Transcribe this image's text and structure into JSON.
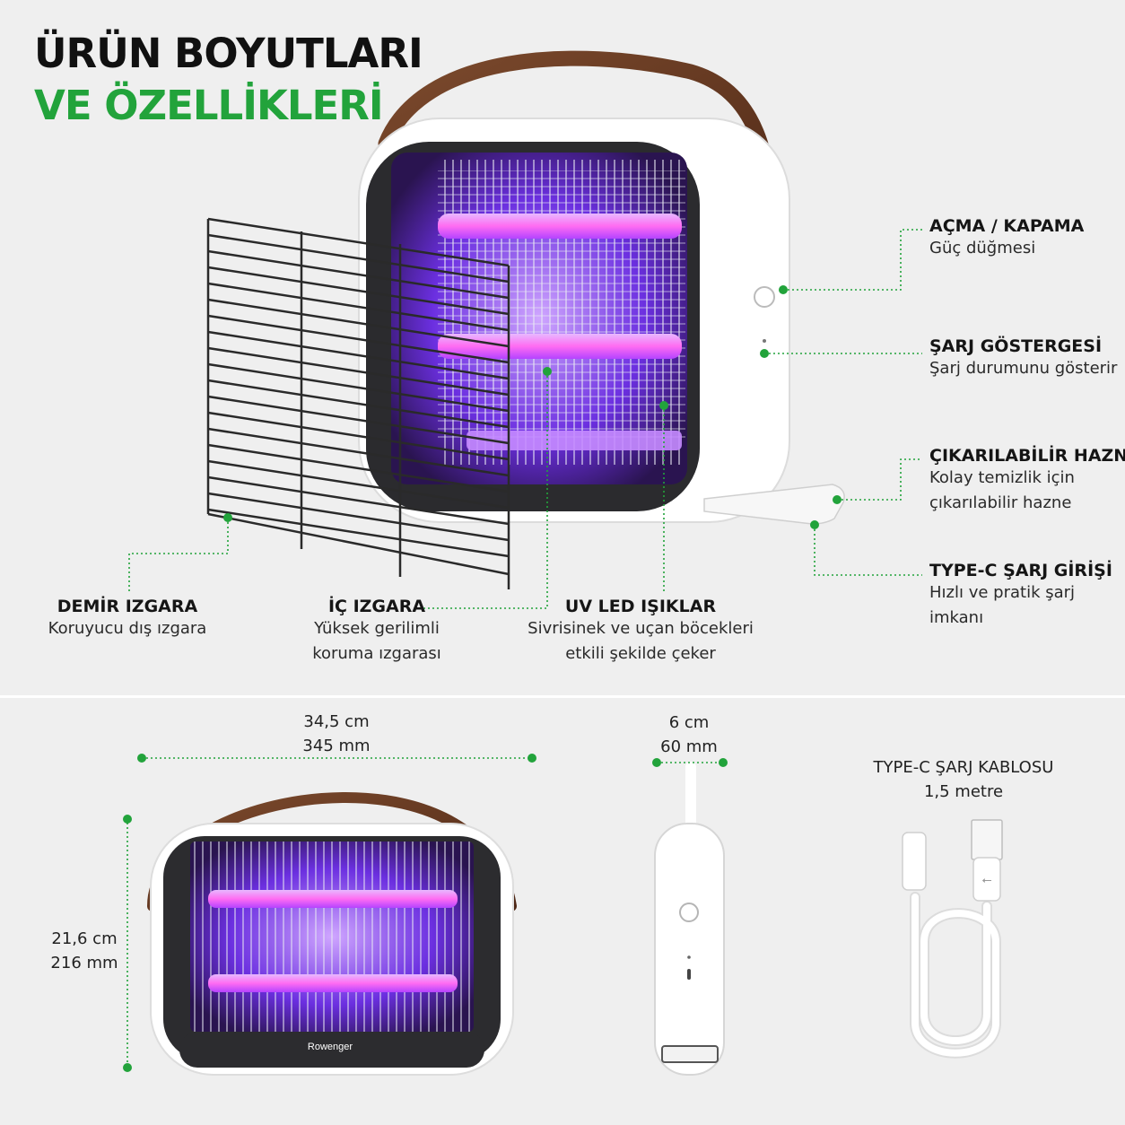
{
  "header": {
    "title_line1": "ÜRÜN BOYUTLARI",
    "title_line2": "VE ÖZELLİKLERİ"
  },
  "features": {
    "power": {
      "title": "AÇMA / KAPAMA",
      "desc": "Güç düğmesi"
    },
    "charge_indicator": {
      "title": "ŞARJ GÖSTERGESİ",
      "desc": "Şarj durumunu gösterir"
    },
    "tray": {
      "title": "ÇIKARILABİLİR HAZNE",
      "desc_line1": "Kolay temizlik için",
      "desc_line2": "çıkarılabilir hazne"
    },
    "typec": {
      "title": "TYPE-C ŞARJ GİRİŞİ",
      "desc_line1": "Hızlı ve pratik şarj",
      "desc_line2": "imkanı"
    },
    "iron_grid": {
      "title": "DEMİR IZGARA",
      "desc": "Koruyucu dış ızgara"
    },
    "inner_grid": {
      "title": "İÇ IZGARA",
      "desc_line1": "Yüksek gerilimli",
      "desc_line2": "koruma ızgarası"
    },
    "uv_led": {
      "title": "UV LED IŞIKLAR",
      "desc_line1": "Sivrisinek ve uçan böcekleri",
      "desc_line2": "etkili şekilde çeker"
    }
  },
  "dimensions": {
    "width_cm": "34,5 cm",
    "width_mm": "345 mm",
    "height_cm": "21,6 cm",
    "height_mm": "216 mm",
    "depth_cm": "6 cm",
    "depth_mm": "60 mm",
    "cable_title": "TYPE-C ŞARJ KABLOSU",
    "cable_length": "1,5 metre"
  },
  "product": {
    "brand": "Rowenger"
  },
  "colors": {
    "accent_green": "#22a33b",
    "uv_purple": "#7a3cff",
    "strap_brown": "#6b3a22",
    "body_white": "#ffffff"
  }
}
